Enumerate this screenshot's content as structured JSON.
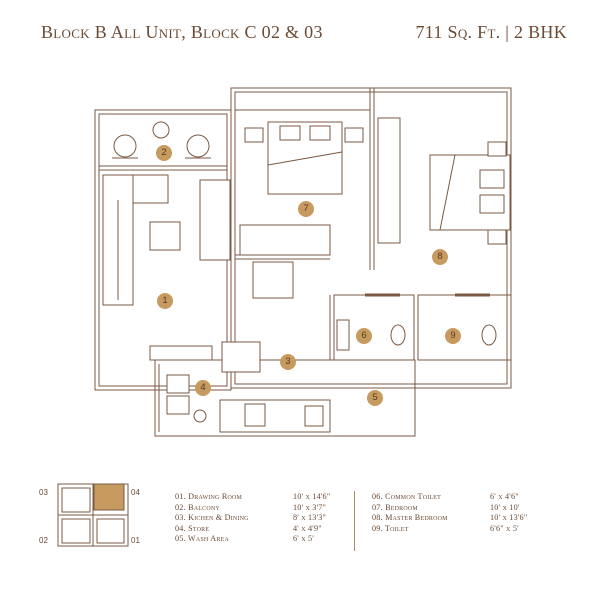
{
  "header": {
    "title": "Block B All Unit, Block C 02 & 03",
    "size": "711 Sq. Ft. | 2 BHK"
  },
  "rooms": [
    {
      "num": "1"
    },
    {
      "num": "2"
    },
    {
      "num": "3"
    },
    {
      "num": "4"
    },
    {
      "num": "5"
    },
    {
      "num": "6"
    },
    {
      "num": "7"
    },
    {
      "num": "8"
    },
    {
      "num": "9"
    }
  ],
  "key_plan": {
    "labels": [
      "03",
      "04",
      "02",
      "01"
    ]
  },
  "legend_left": [
    {
      "name": "01. Drawing Room",
      "dim": "10' x 14'6\""
    },
    {
      "name": "02. Balcony",
      "dim": "10' x 3'7\""
    },
    {
      "name": "03. Kichen & Dining",
      "dim": "8' x 13'3\""
    },
    {
      "name": "04. Store",
      "dim": "4' x 4'9\""
    },
    {
      "name": "05. Wash Area",
      "dim": "6' x 5'"
    }
  ],
  "legend_right": [
    {
      "name": "06. Common Toilet",
      "dim": "6' x 4'6\""
    },
    {
      "name": "07. Bedroom",
      "dim": "10' x 10'"
    },
    {
      "name": "08. Master Bedroom",
      "dim": "10' x 13'6\""
    },
    {
      "name": "09. Toilet",
      "dim": "6'6\" x 5'"
    }
  ],
  "colors": {
    "wall": "#7a5a44",
    "accent": "#c79a5f",
    "text": "#6b4a33"
  }
}
